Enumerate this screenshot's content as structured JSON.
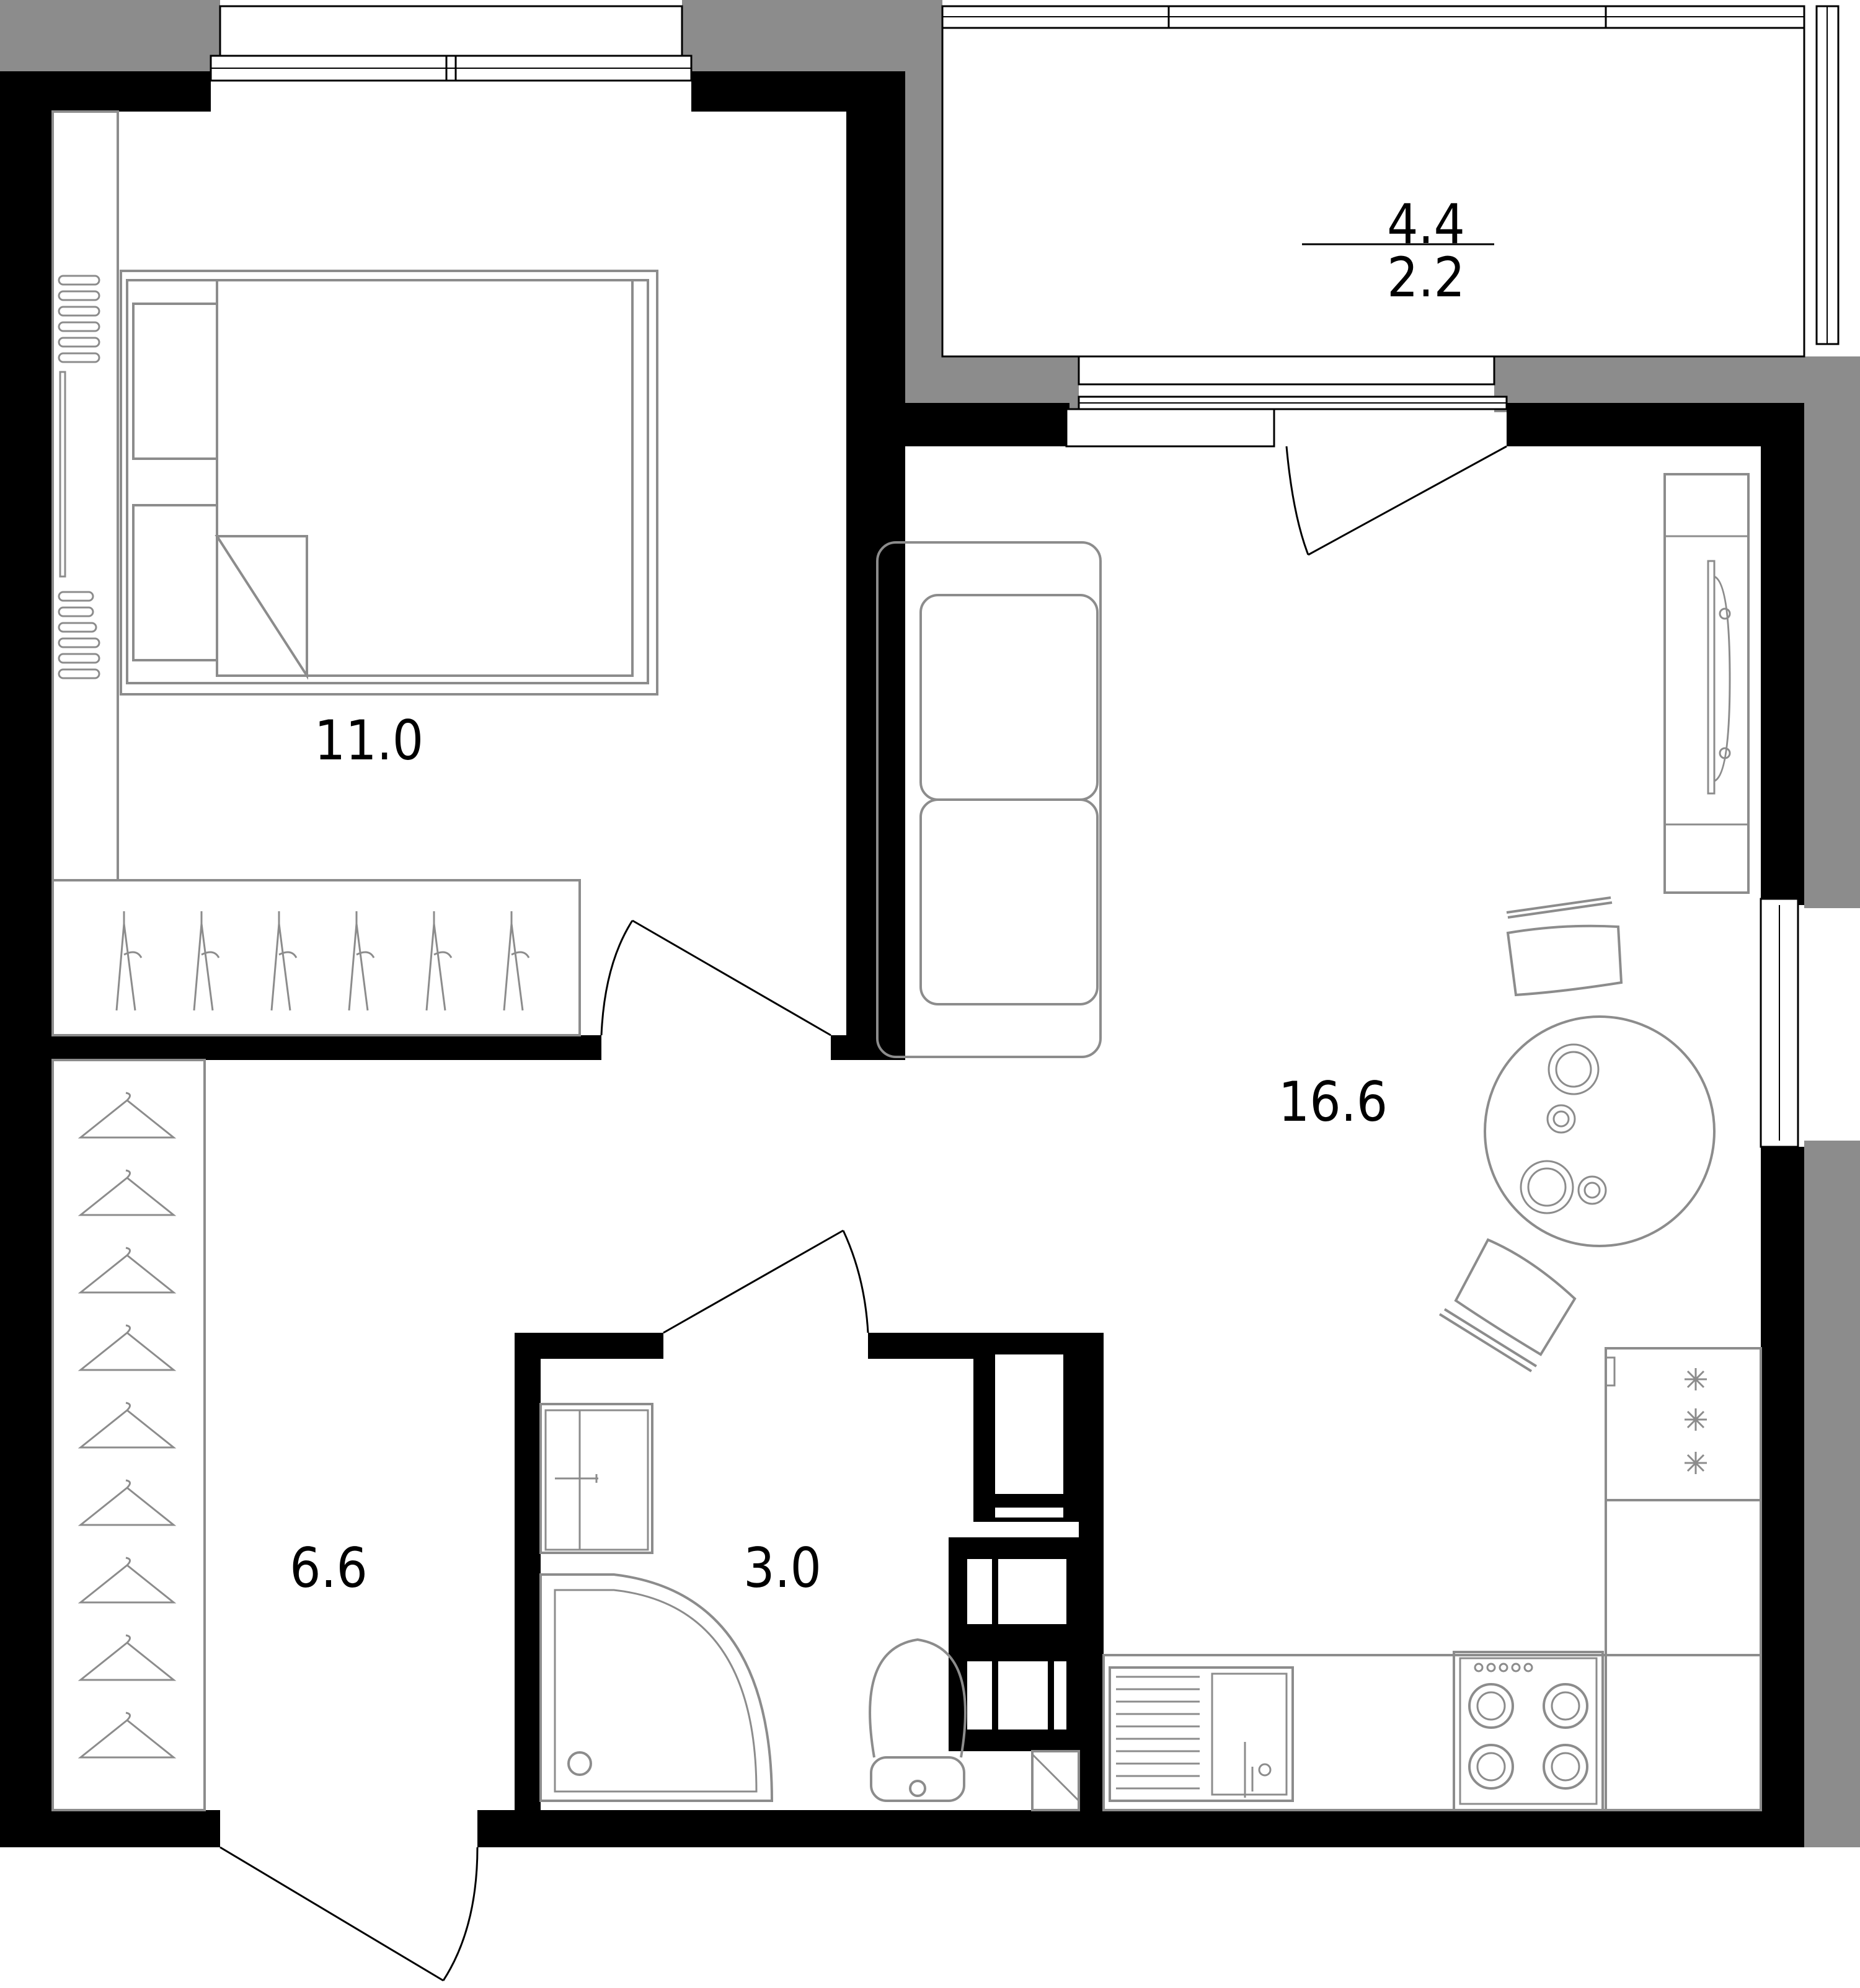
{
  "colors": {
    "wall": "#000000",
    "outer_wall": "#8c8c8c",
    "fixture_stroke": "#8c8c8c",
    "background": "#ffffff"
  },
  "rooms": {
    "balcony": {
      "area": "4.4",
      "area_reduced": "2.2"
    },
    "bedroom": {
      "area": "11.0"
    },
    "living_kitchen": {
      "area": "16.6"
    },
    "hallway": {
      "area": "6.6"
    },
    "bathroom": {
      "area": "3.0"
    }
  },
  "icons": {
    "hanger": "hanger-icon",
    "snowflake": "snowflake-icon",
    "burner": "burner-icon",
    "cup": "cup-icon"
  }
}
